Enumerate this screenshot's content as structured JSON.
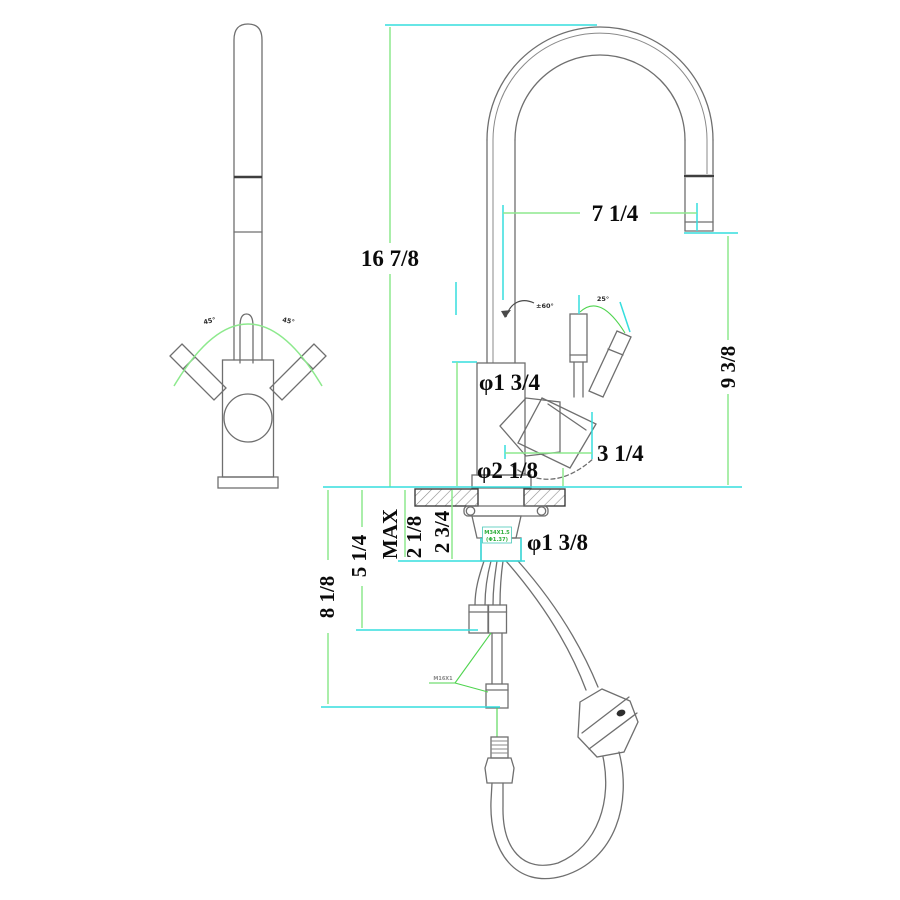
{
  "colors": {
    "outline": "#6f6f6f",
    "dark_outline": "#3e3e3e",
    "dimension_green": "#8de98d",
    "extension_cyan": "#35dede",
    "leader_green": "#4fd44f",
    "text": "#0b0b0b",
    "thread_label_green": "#2fae3c"
  },
  "left_view": {
    "swing_left_label": "45°",
    "swing_right_label": "45°"
  },
  "main_view": {
    "dim_height": "16 7/8",
    "dim_reach": "7 1/4",
    "dim_clearance": "9 3/8",
    "dim_handle": "3 1/4",
    "dim_body_dia": "φ1 3/4",
    "dim_base_dia": "φ2 1/8",
    "dim_shank_dia": "φ1 3/8",
    "dim_deck_max_word": "MAX",
    "dim_deck_max_val": "2 1/8",
    "dim_shank_len": "2 3/4",
    "dim_supply_drop": "5 1/4",
    "dim_hose_drop": "8 1/8",
    "angle_spout_rotation": "±60°",
    "angle_handle_tilt": "25°",
    "shank_thread_line1": "M34X1.5",
    "shank_thread_line2": "(Φ1.37)",
    "hose_thread_label": "M16X1"
  }
}
